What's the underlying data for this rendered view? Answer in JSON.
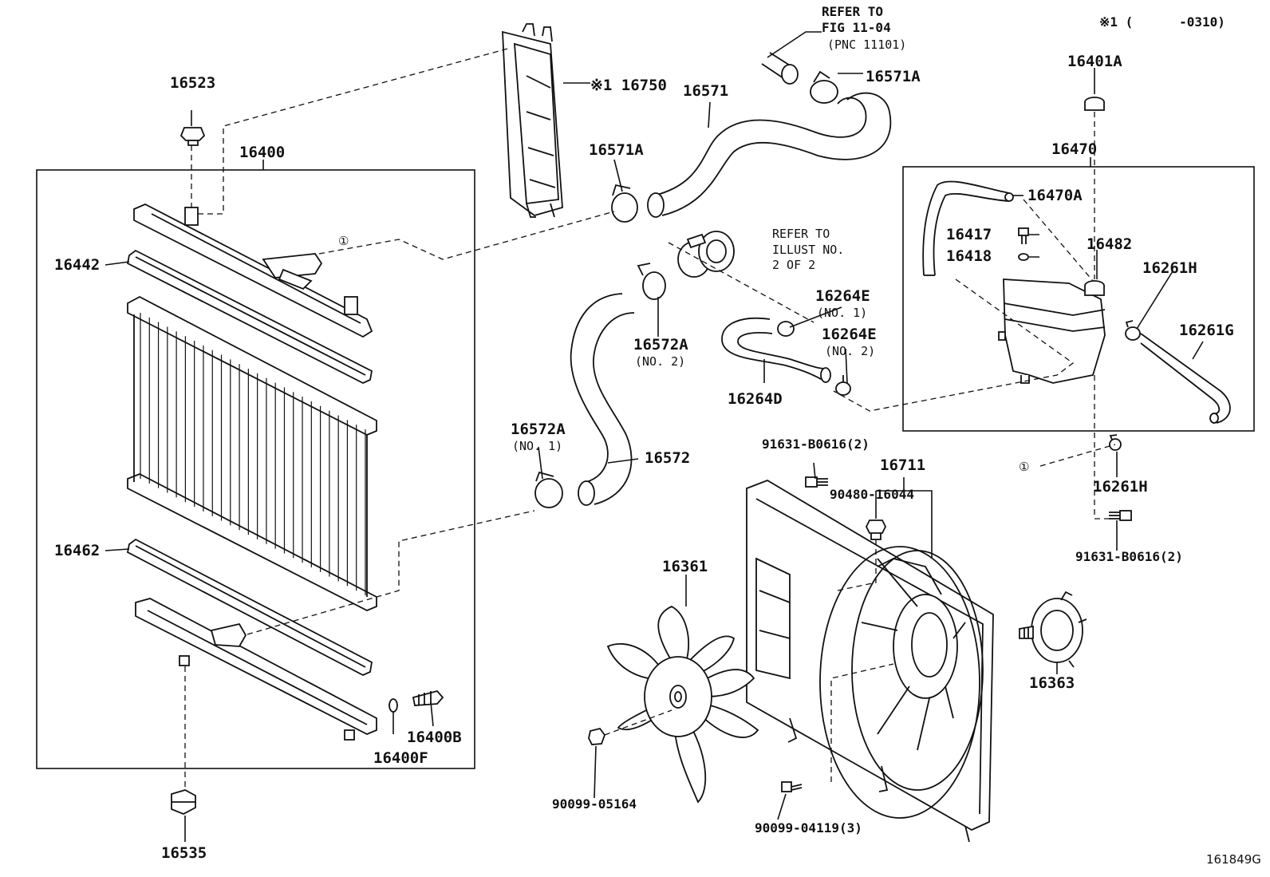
{
  "header_note": "※1 (      -0310)",
  "footer_code": "161849G",
  "refer_fig": [
    "REFER TO",
    "FIG 11-04",
    "(PNC 11101)"
  ],
  "refer_illust": [
    "REFER TO",
    "ILLUST NO.",
    "2 OF 2"
  ],
  "circle_marker": "①",
  "labels": {
    "p16523": "16523",
    "p16400": "16400",
    "p16750": "※1 16750",
    "p16571": "16571",
    "p16571A_top": "16571A",
    "p16571A_left": "16571A",
    "p16401A": "16401A",
    "p16470": "16470",
    "p16470A": "16470A",
    "p16417": "16417",
    "p16418": "16418",
    "p16482": "16482",
    "p16261H_top": "16261H",
    "p16261G": "16261G",
    "p16261H_bot": "16261H",
    "p16442": "16442",
    "p16462": "16462",
    "p16264E_1": "16264E",
    "p16264E_1_sub": "(NO. 1)",
    "p16264E_2": "16264E",
    "p16264E_2_sub": "(NO. 2)",
    "p16264D": "16264D",
    "p16572A_2": "16572A",
    "p16572A_2_sub": "(NO. 2)",
    "p16572A_1": "16572A",
    "p16572A_1_sub": "(NO. 1)",
    "p16572": "16572",
    "p91631_a": "91631-B0616(2)",
    "p91631_b": "91631-B0616(2)",
    "p16711": "16711",
    "p90480": "90480-16044",
    "p16361": "16361",
    "p16363": "16363",
    "p16400B": "16400B",
    "p16400F": "16400F",
    "p90099_05164": "90099-05164",
    "p90099_04119": "90099-04119(3)",
    "p16535": "16535"
  }
}
